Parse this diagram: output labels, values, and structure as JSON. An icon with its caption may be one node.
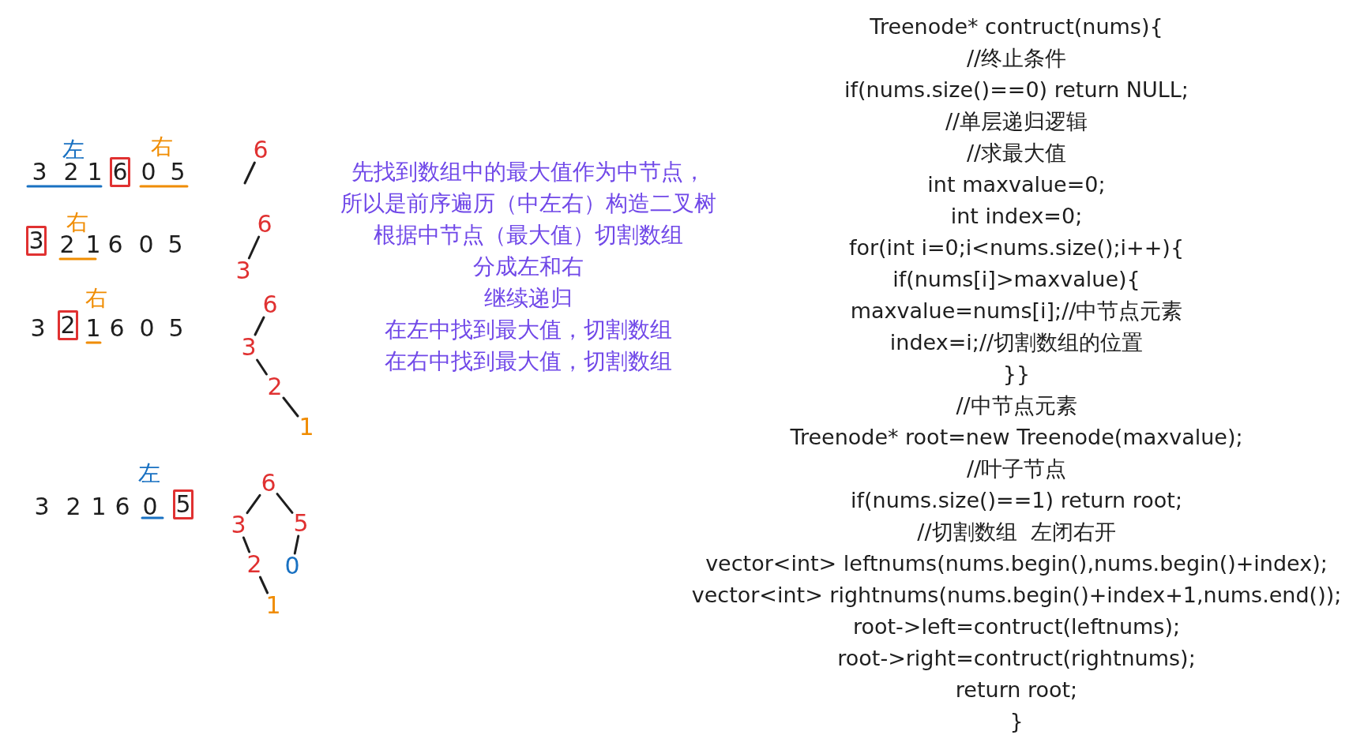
{
  "diagram": {
    "nodes": [
      {
        "text": [
          "6"
        ]
      },
      {
        "text": [
          "6"
        ]
      },
      {
        "text": [
          "3"
        ]
      },
      {
        "text": [
          "6"
        ]
      },
      {
        "text": [
          "3"
        ]
      },
      {
        "text": [
          "2"
        ]
      },
      {
        "text": [
          "6"
        ]
      },
      {
        "text": [
          "3"
        ]
      },
      {
        "text": [
          "2"
        ]
      },
      {
        "text": [
          "1"
        ]
      },
      {
        "text": [
          "5"
        ]
      },
      {
        "text": [
          "6"
        ]
      },
      {
        "text": [
          "3"
        ]
      },
      {
        "text": [
          "5"
        ]
      },
      {
        "text": [
          "2"
        ]
      },
      {
        "text": [
          "0"
        ]
      },
      {
        "text": [
          "1"
        ]
      }
    ],
    "edges": [
      {
        "from": 1,
        "to": null,
        "arrow": "none"
      },
      {
        "from": 3,
        "to": 4,
        "arrow": "none"
      },
      {
        "from": 6,
        "to": 7,
        "arrow": "none"
      },
      {
        "from": 7,
        "to": 8,
        "arrow": "none"
      },
      {
        "from": 8,
        "to": 9,
        "arrow": "none"
      },
      {
        "from": 11,
        "to": 12,
        "arrow": "none"
      },
      {
        "from": 11,
        "to": 13,
        "arrow": "none"
      },
      {
        "from": 12,
        "to": 14,
        "arrow": "none"
      },
      {
        "from": 13,
        "to": 15,
        "arrow": "none"
      },
      {
        "from": 14,
        "to": 16,
        "arrow": "none"
      }
    ],
    "labels": [
      "左",
      "右",
      "3",
      "2",
      "1",
      "0",
      "5",
      "右",
      "2",
      "1",
      "6",
      "0",
      "5",
      "右",
      "3",
      "1",
      "6",
      "0",
      "5",
      "左",
      "3",
      "2",
      "1",
      "6",
      "0",
      "先找到数组中的最大值作为中节点，",
      "所以是前序遍历（中左右）构造二叉树",
      "根据中节点（最大值）切割数组",
      "分成左和右",
      "继续递归",
      "在左中找到最大值，切割数组",
      "在右中找到最大值，切割数组",
      "Treenode* contruct(nums){",
      "//终止条件",
      "if(nums.size()==0) return NULL;",
      "//单层递归逻辑",
      "//求最大值",
      "int maxvalue=0;",
      "int index=0;",
      "for(int i=0;i<nums.size();i++){",
      "if(nums[i]>maxvalue){",
      "maxvalue=nums[i];//中节点元素",
      "index=i;//切割数组的位置",
      "}}",
      "//中节点元素",
      "Treenode* root=new Treenode(maxvalue);",
      "//叶子节点",
      "if(nums.size()==1) return root;",
      "//切割数组  左闭右开",
      "vector<int> leftnums(nums.begin(),nums.begin()+index);",
      "vector<int> rightnums(nums.begin()+index+1,nums.end());",
      "root->left=contruct(leftnums);",
      "root->right=contruct(rightnums);",
      "return root;",
      "}"
    ]
  }
}
